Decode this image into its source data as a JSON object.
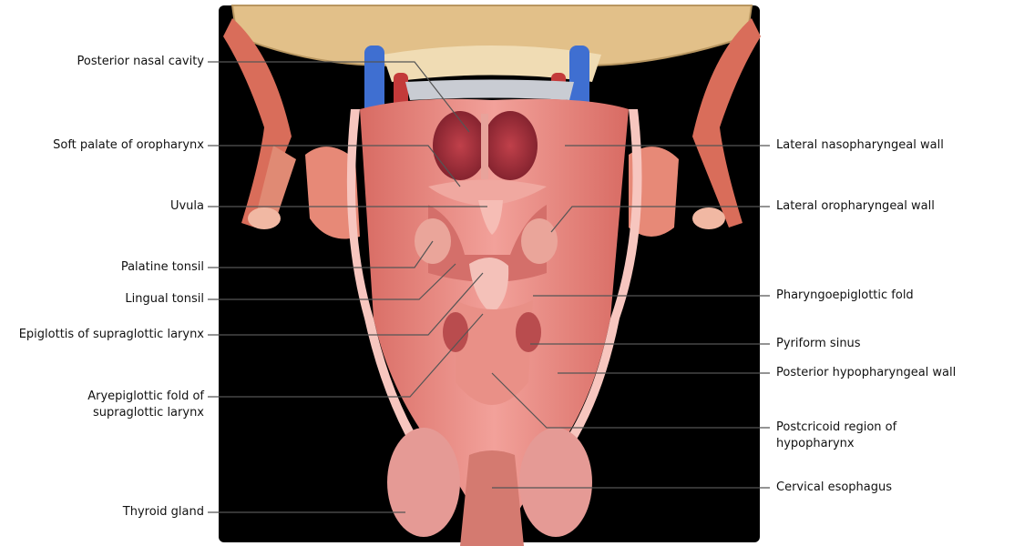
{
  "labels_left": [
    {
      "id": "posterior-nasal-cavity",
      "text": "Posterior nasal cavity"
    },
    {
      "id": "soft-palate-of-oropharynx",
      "text": "Soft palate of oropharynx"
    },
    {
      "id": "uvula",
      "text": "Uvula"
    },
    {
      "id": "palatine-tonsil",
      "text": "Palatine tonsil"
    },
    {
      "id": "lingual-tonsil",
      "text": "Lingual tonsil"
    },
    {
      "id": "epiglottis-of-supraglottic-larynx",
      "text": "Epiglottis of supraglottic larynx"
    },
    {
      "id": "aryepiglottic-fold-of-supraglottic-larynx",
      "text": "Aryepiglottic fold of supraglottic larynx"
    },
    {
      "id": "thyroid-gland",
      "text": "Thyroid gland"
    }
  ],
  "labels_right": [
    {
      "id": "lateral-nasopharyngeal-wall",
      "text": "Lateral nasopharyngeal wall"
    },
    {
      "id": "lateral-oropharyngeal-wall",
      "text": "Lateral oropharyngeal wall"
    },
    {
      "id": "pharyngoepiglottic-fold",
      "text": "Pharyngoepiglottic fold"
    },
    {
      "id": "pyriform-sinus",
      "text": "Pyriform sinus"
    },
    {
      "id": "posterior-hypopharyngeal-wall",
      "text": "Posterior hypopharyngeal wall"
    },
    {
      "id": "postcricoid-region-of-hypopharynx",
      "text": "Postcricoid region of hypopharynx"
    },
    {
      "id": "cervical-esophagus",
      "text": "Cervical esophagus"
    }
  ],
  "colors": {
    "background": "#000000",
    "mucosa": "#e88b86",
    "mucosa_dark": "#c0504d",
    "muscle": "#d9735f",
    "vessel": "#3f6fd1",
    "bone": "#e7c78f",
    "thyroid": "#e59a95",
    "leader_line": "#555555"
  }
}
